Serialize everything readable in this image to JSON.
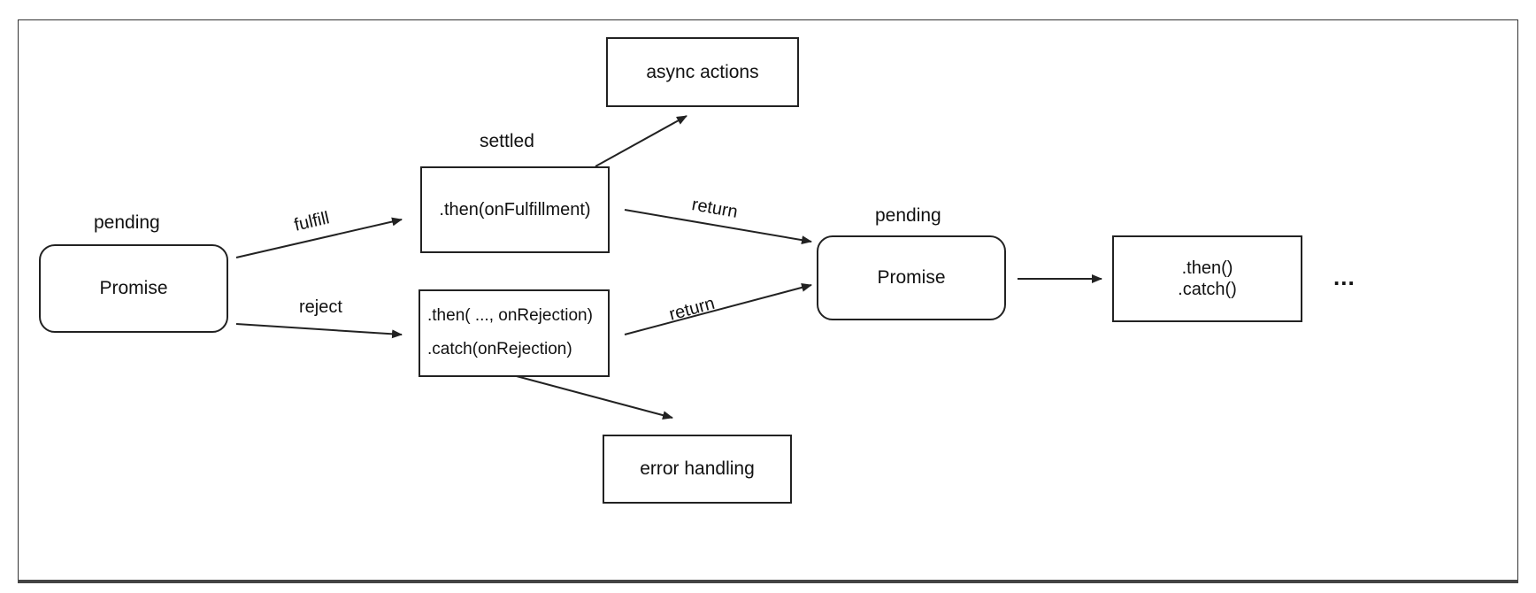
{
  "states": {
    "pending_left": "pending",
    "settled": "settled",
    "pending_right": "pending"
  },
  "nodes": {
    "promise_left": "Promise",
    "fulfillment": ".then(onFulfillment)",
    "rejection_then": ".then( ..., onRejection)",
    "rejection_catch": ".catch(onRejection)",
    "async_actions": "async actions",
    "error_handling": "error handling",
    "promise_right": "Promise",
    "chain_then": ".then()",
    "chain_catch": ".catch()",
    "ellipsis": "..."
  },
  "edges": {
    "fulfill": "fulfill",
    "reject": "reject",
    "return_top": "return",
    "return_bottom": "return"
  },
  "colors": {
    "stroke": "#222222",
    "frame": "#333333",
    "background": "#ffffff"
  }
}
